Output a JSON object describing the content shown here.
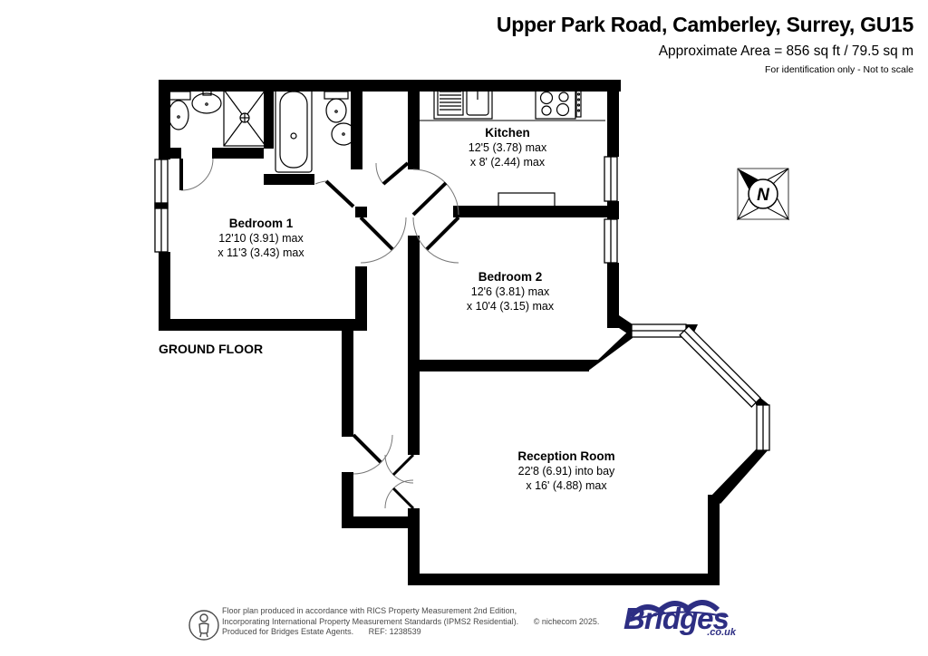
{
  "header": {
    "title": "Upper Park Road, Camberley, Surrey, GU15",
    "area": "Approximate Area = 856 sq ft / 79.5 sq m",
    "note": "For identification only - Not to scale"
  },
  "plan": {
    "floor_label": "GROUND FLOOR",
    "compass_label": "N",
    "rooms": [
      {
        "name": "Kitchen",
        "dim1": "12'5 (3.78) max",
        "dim2": "x 8' (2.44) max"
      },
      {
        "name": "Bedroom 1",
        "dim1": "12'10 (3.91) max",
        "dim2": "x 11'3 (3.43) max"
      },
      {
        "name": "Bedroom 2",
        "dim1": "12'6 (3.81) max",
        "dim2": "x 10'4 (3.15) max"
      },
      {
        "name": "Reception Room",
        "dim1": "22'8 (6.91) into bay",
        "dim2": "x 16' (4.88) max"
      }
    ]
  },
  "footer": {
    "disclaimer_line1": "Floor plan produced in accordance with RICS Property Measurement 2nd Edition,",
    "disclaimer_line2": "Incorporating International Property Measurement Standards (IPMS2 Residential).",
    "copyright": "© nichecom 2025.",
    "disclaimer_line3": "Produced for Bridges Estate Agents.",
    "ref": "REF: 1238539",
    "logo_text": "Bridges",
    "logo_suffix": ".co.uk"
  },
  "colors": {
    "wall": "#000000",
    "brand_navy": "#2d2e83"
  }
}
